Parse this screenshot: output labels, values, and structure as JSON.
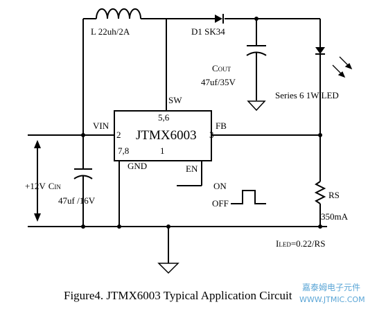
{
  "components": {
    "inductor": {
      "label": "L 22uh/2A"
    },
    "diode": {
      "label": "D1 SK34"
    },
    "cout": {
      "name": "C",
      "name_sub": "OUT",
      "value": "47uf/35V"
    },
    "led": {
      "label": "Series 6 1W LED"
    },
    "ic": {
      "name": "JTMX6003",
      "pins": {
        "sw_num": "5,6",
        "vin_num": "2",
        "fb_num": "3",
        "gnd_num": "7,8",
        "en_num": "1"
      },
      "pin_labels": {
        "sw": "SW",
        "vin": "VIN",
        "fb": "FB",
        "gnd": "GND",
        "en": "EN"
      }
    },
    "supply": {
      "voltage": "+12V",
      "cin_name": "C",
      "cin_sub": "IN",
      "cin_value": "47uf /16V"
    },
    "enable": {
      "on": "ON",
      "off": "OFF"
    },
    "sense": {
      "label": "RS",
      "current": "350mA"
    },
    "formula": {
      "lhs": "I",
      "lhs_sub": "LED",
      "rhs": "=0.22/RS"
    }
  },
  "caption": "Figure4. JTMX6003 Typical Application Circuit",
  "watermark": {
    "line1": "嘉泰姆电子元件",
    "line2": "WWW.JTMIC.COM"
  },
  "colors": {
    "line": "#000000",
    "background": "#ffffff",
    "watermark": "#5aa5d6"
  }
}
